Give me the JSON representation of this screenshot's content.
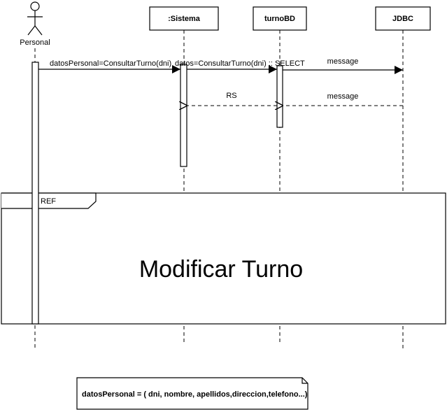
{
  "participants": {
    "personal": "Personal",
    "sistema": ":Sistema",
    "turnobd": "turnoBD",
    "jdbc": "JDBC"
  },
  "messages": {
    "m1": "datosPersonal=ConsultarTurno(dni)",
    "m2": "datos=ConsultarTurno(dni) :: SELECT",
    "m3": "message",
    "m4": "message",
    "m5": "RS"
  },
  "ref": {
    "tag": "REF",
    "title": "Modificar Turno"
  },
  "note": {
    "text": "datosPersonal = ( dni, nombre, apellidos,direccion,telefono...)"
  }
}
